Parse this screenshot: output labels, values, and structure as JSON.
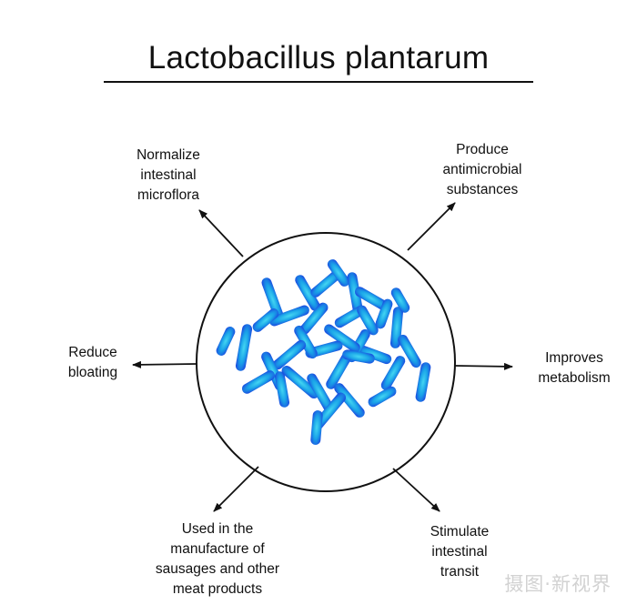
{
  "title": "Lactobacillus plantarum",
  "labels": {
    "normalize": [
      "Normalize",
      "intestinal",
      "microflora"
    ],
    "antimicrobial": [
      "Produce",
      "antimicrobial",
      "substances"
    ],
    "bloating": [
      "Reduce",
      "bloating"
    ],
    "metabolism": [
      "Improves",
      "metabolism"
    ],
    "sausages": [
      "Used in the",
      "manufacture of",
      "sausages and other",
      "meat products"
    ],
    "transit": [
      "Stimulate",
      "intestinal",
      "transit"
    ]
  },
  "watermark": "摄图·新视界",
  "colors": {
    "bacteria_light": "#3fd3f0",
    "bacteria_mid": "#1aa3e8",
    "bacteria_dark": "#1a4fe0",
    "line": "#111111"
  }
}
